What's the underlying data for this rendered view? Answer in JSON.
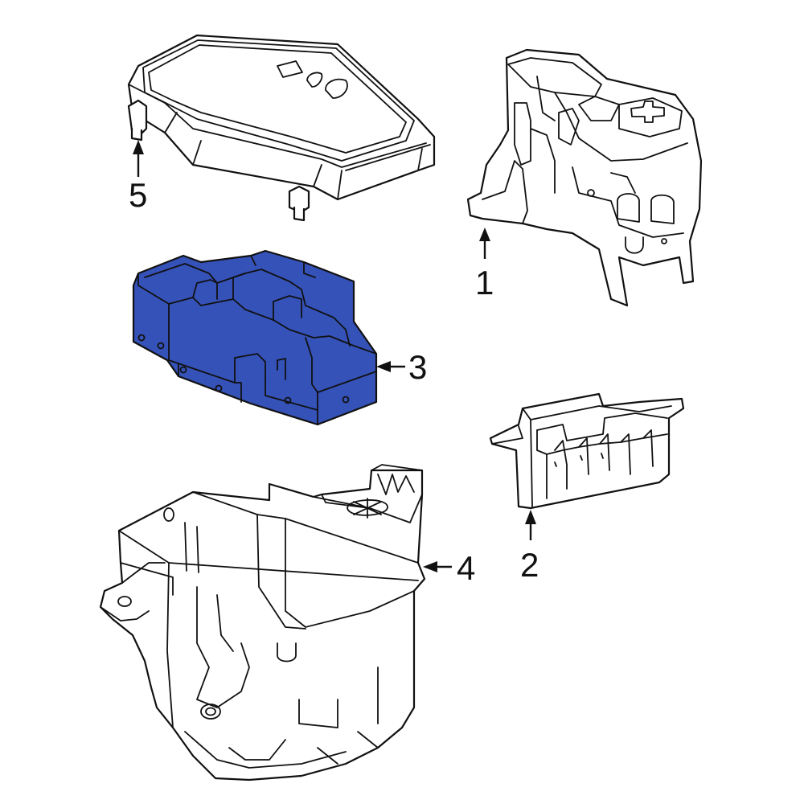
{
  "callouts": [
    {
      "id": "1",
      "label": "1"
    },
    {
      "id": "2",
      "label": "2"
    },
    {
      "id": "3",
      "label": "3"
    },
    {
      "id": "4",
      "label": "4"
    },
    {
      "id": "5",
      "label": "5"
    }
  ],
  "colors": {
    "highlight": "#3552b8",
    "line": "#111111",
    "background": "#ffffff"
  }
}
